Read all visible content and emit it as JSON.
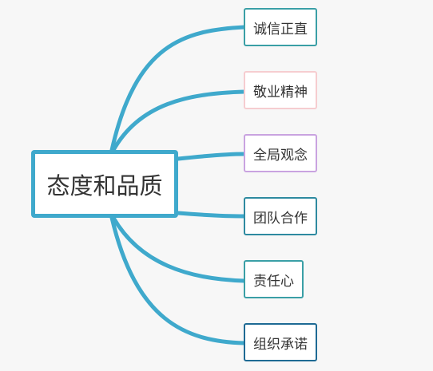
{
  "root": {
    "label": "态度和品质"
  },
  "children": [
    {
      "label": "诚信正直",
      "border_color": "#3a9fa6"
    },
    {
      "label": "敬业精神",
      "border_color": "#f6cdd0"
    },
    {
      "label": "全局观念",
      "border_color": "#c9a3e0"
    },
    {
      "label": "团队合作",
      "border_color": "#2e8aa0"
    },
    {
      "label": "责任心",
      "border_color": "#3a9fa6"
    },
    {
      "label": "组织承诺",
      "border_color": "#1e6a94"
    }
  ],
  "colors": {
    "background": "#f7f7f7",
    "connector": "#3fa9cc",
    "root_border": "#3fa9cc"
  }
}
